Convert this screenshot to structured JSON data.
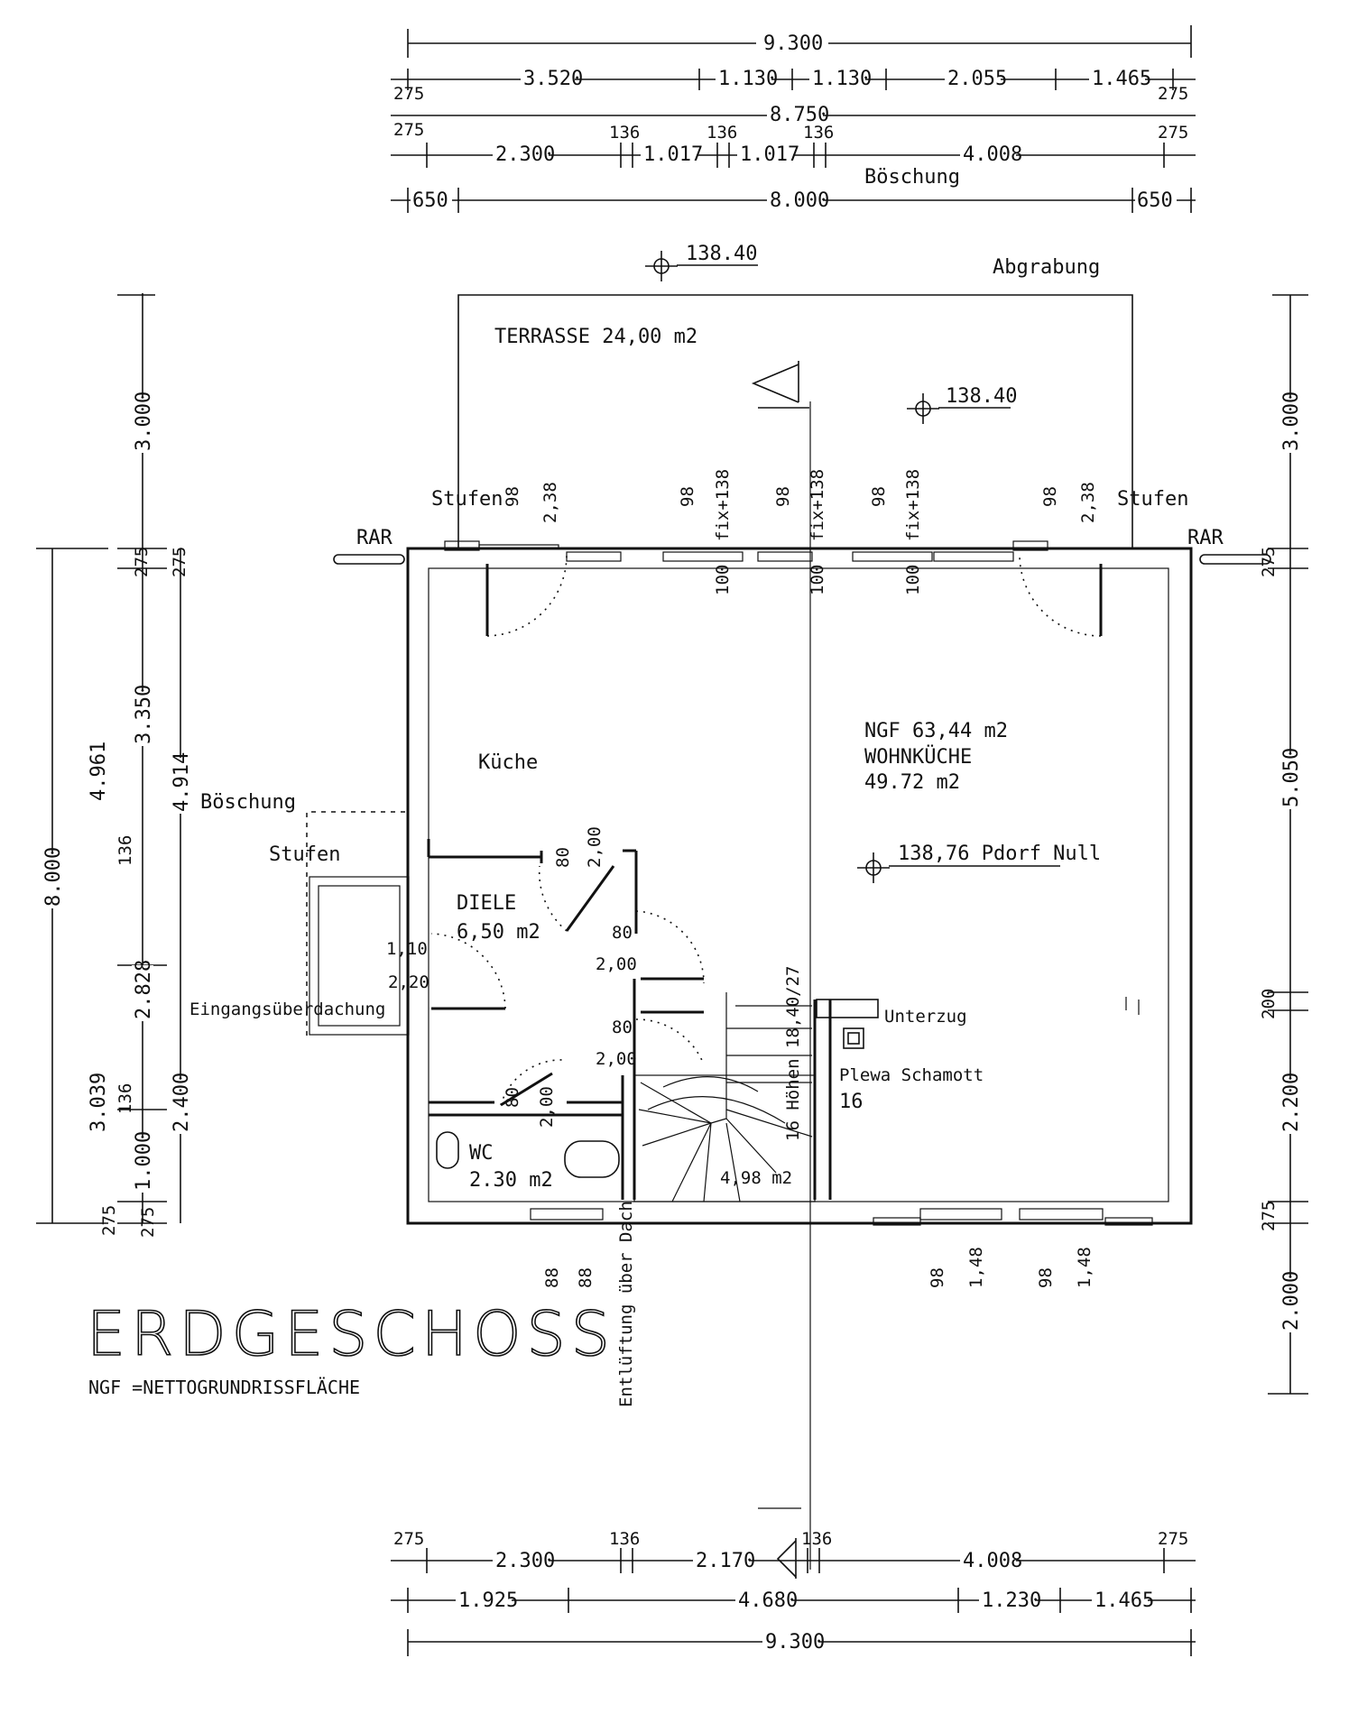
{
  "plan": {
    "title": "ERDGESCHOSS",
    "legend": "NGF =NETTOGRUNDRISSFLÄCHE"
  },
  "rooms": {
    "terrasse": "TERRASSE 24,00 m2",
    "ngf": "NGF   63,44 m2",
    "wohnkueche_name": "WOHNKÜCHE",
    "wohnkueche_area": "49.72 m2",
    "kueche": "Küche",
    "diele_name": "DIELE",
    "diele_area": "6,50 m2",
    "wc_name": "WC",
    "wc_area": "2.30 m2",
    "stair_area": "4,98 m2"
  },
  "annotations": {
    "level_top": "138.40",
    "level_terrace": "138.40",
    "level_null": "138,76 Pdorf Null",
    "abgrabung": "Abgrabung",
    "boeschung_top": "Böschung",
    "boeschung_left": "Böschung",
    "stufen_left_top": "Stufen",
    "stufen_right_top": "Stufen",
    "stufen_left": "Stufen",
    "eingang": "Eingangsüberdachung",
    "rar_left": "RAR",
    "rar_right": "RAR",
    "unterzug": "Unterzug",
    "plewa": "Plewa Schamott",
    "plewa_num": "16",
    "entlueftung": "Entlüftung über Dach",
    "stair_note": "16 Höhen 18,40/27"
  },
  "openings": {
    "top_door_l_w": "98",
    "top_door_l_h": "2,38",
    "win1_w": "98",
    "win1_h": "fix+138",
    "win1_sill": "100",
    "win2_w": "98",
    "win2_h": "fix+138",
    "win2_sill": "100",
    "win3_w": "98",
    "win3_h": "fix+138",
    "win3_sill": "100",
    "top_door_r_w": "98",
    "top_door_r_h": "2,38",
    "door_a_w": "80",
    "door_a_h": "2,00",
    "door_b_w": "80",
    "door_b_h": "2,00",
    "door_c_w": "80",
    "door_c_h": "2,00",
    "door_d_w": "80",
    "door_d_h": "2,00",
    "door_e_w": "1,10",
    "door_e_h": "2,20",
    "bot_win1_w": "88",
    "bot_win1_h": "88",
    "bot_win2_w": "98",
    "bot_win2_h": "1,48",
    "bot_win3_w": "98",
    "bot_win3_h": "1,48"
  },
  "dimensions": {
    "top_total": "9.300",
    "top_row1": [
      "275",
      "3.520",
      "1.130",
      "1.130",
      "2.055",
      "1.465",
      "275"
    ],
    "top_row2_total": "8.750",
    "top_row2": [
      "275",
      "2.300",
      "136",
      "1.017",
      "136",
      "1.017",
      "136",
      "4.008",
      "275"
    ],
    "top_row3": [
      "650",
      "8.000",
      "650"
    ],
    "left_outer": [
      "3.000",
      "275",
      "4.961",
      "3.350",
      "136",
      "2.828",
      "3.039",
      "136",
      "1.000",
      "275"
    ],
    "left_total": "8.000",
    "left_inner": [
      "275",
      "4.914",
      "2.400",
      "275"
    ],
    "right": [
      "3.000",
      "275",
      "5.050",
      "200",
      "2.200",
      "275",
      "2.000"
    ],
    "bottom_row1": [
      "275",
      "2.300",
      "136",
      "2.170",
      "136",
      "4.008",
      "275"
    ],
    "bottom_row2": [
      "1.925",
      "4.680",
      "1.230",
      "1.465"
    ],
    "bottom_total": "9.300"
  }
}
